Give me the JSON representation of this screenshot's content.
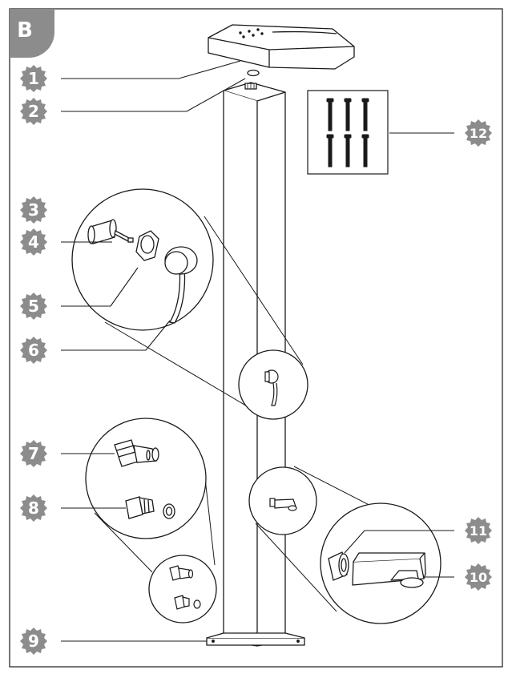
{
  "figure": {
    "letter": "B",
    "colors": {
      "line": "#1a1a1a",
      "badge": "#8c8c8c",
      "badge_text": "#ffffff"
    }
  },
  "callouts": [
    {
      "id": "c1",
      "label": "1"
    },
    {
      "id": "c2",
      "label": "2"
    },
    {
      "id": "c3",
      "label": "3"
    },
    {
      "id": "c4",
      "label": "4"
    },
    {
      "id": "c5",
      "label": "5"
    },
    {
      "id": "c6",
      "label": "6"
    },
    {
      "id": "c7",
      "label": "7"
    },
    {
      "id": "c8",
      "label": "8"
    },
    {
      "id": "c9",
      "label": "9"
    },
    {
      "id": "c10",
      "label": "10"
    },
    {
      "id": "c11",
      "label": "11"
    },
    {
      "id": "c12",
      "label": "12"
    }
  ]
}
